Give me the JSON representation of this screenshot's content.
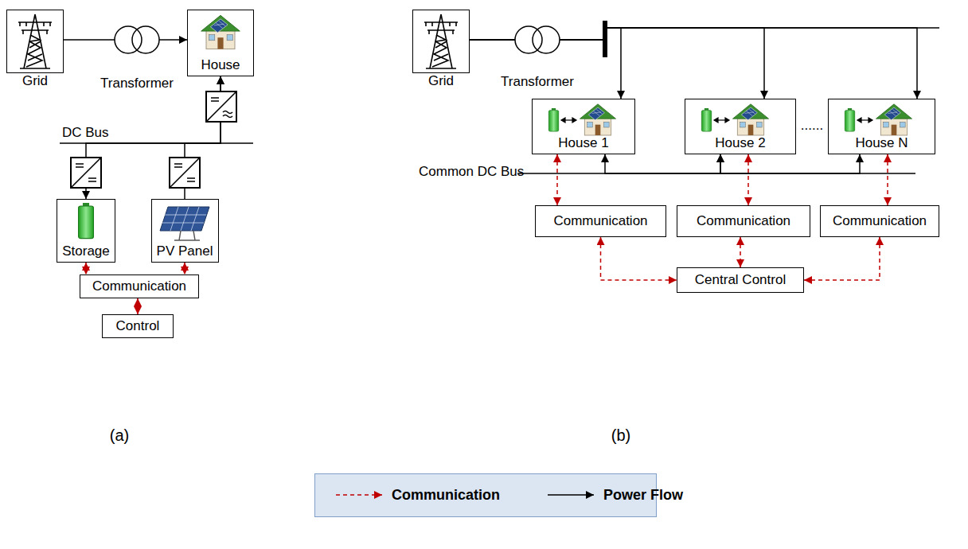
{
  "diagram": {
    "nodes": [
      {
        "text": [
          "Grid"
        ]
      },
      {
        "text": [
          "House"
        ]
      },
      {
        "text": [
          "Storage"
        ]
      },
      {
        "text": [
          "PV Panel"
        ]
      },
      {
        "text": [
          "Communication"
        ]
      },
      {
        "text": [
          "Control"
        ]
      },
      {
        "text": [
          "Grid"
        ]
      },
      {
        "text": [
          "House 1"
        ]
      },
      {
        "text": [
          "House 2"
        ]
      },
      {
        "text": [
          "House N"
        ]
      },
      {
        "text": [
          "Communication"
        ]
      },
      {
        "text": [
          "Communication"
        ]
      },
      {
        "text": [
          "Communication"
        ]
      },
      {
        "text": [
          "Central Control"
        ]
      }
    ],
    "edges": [
      {
        "from": 0,
        "to": 1,
        "arrow": "to"
      },
      {
        "from": 2,
        "to": 1,
        "arrow": "both"
      },
      {
        "from": 3,
        "to": 1,
        "arrow": "to"
      },
      {
        "from": 2,
        "to": 4,
        "arrow": "both"
      },
      {
        "from": 3,
        "to": 4,
        "arrow": "both"
      },
      {
        "from": 4,
        "to": 5,
        "arrow": "both"
      },
      {
        "from": 6,
        "to": 7,
        "arrow": "to"
      },
      {
        "from": 6,
        "to": 8,
        "arrow": "to"
      },
      {
        "from": 6,
        "to": 9,
        "arrow": "to"
      },
      {
        "from": 7,
        "to": 8,
        "arrow": "both"
      },
      {
        "from": 8,
        "to": 9,
        "arrow": "both"
      },
      {
        "from": 7,
        "to": 10,
        "arrow": "both"
      },
      {
        "from": 8,
        "to": 11,
        "arrow": "both"
      },
      {
        "from": 9,
        "to": 12,
        "arrow": "both"
      },
      {
        "from": 10,
        "to": 13,
        "arrow": "both"
      },
      {
        "from": 11,
        "to": 13,
        "arrow": "both"
      },
      {
        "from": 12,
        "to": 13,
        "arrow": "both"
      }
    ],
    "labels": [
      "Transformer",
      "DC Bus",
      "Transformer",
      "Common DC Bus",
      "......",
      "(a)",
      "(b)"
    ],
    "legend": [
      {
        "text": "Communication"
      },
      {
        "text": "Power Flow"
      }
    ]
  }
}
